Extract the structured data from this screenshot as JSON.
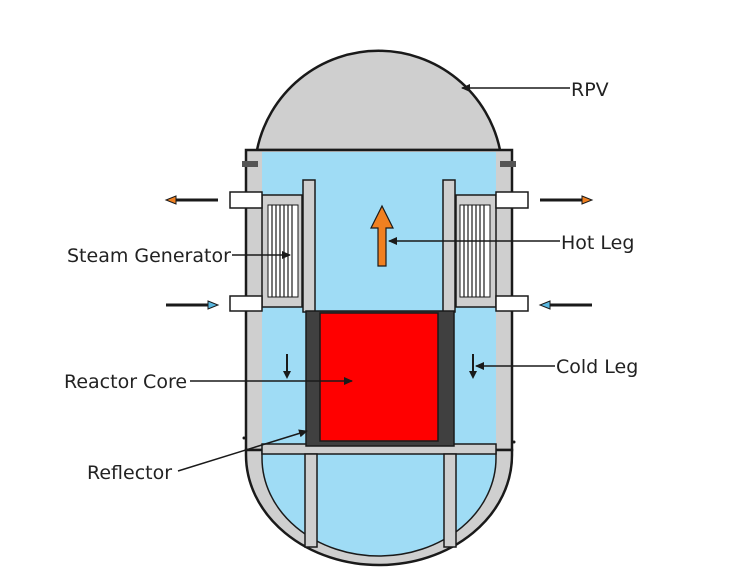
{
  "labels": {
    "rpv": "RPV",
    "steam_generator": "Steam Generator",
    "hot_leg": "Hot Leg",
    "reactor_core": "Reactor Core",
    "cold_leg": "Cold Leg",
    "reflector": "Reflector"
  },
  "colors": {
    "coolant": "#9fdcf5",
    "wall": "#cfcfcf",
    "core": "#ff0000",
    "reflector": "#404040",
    "hot_flow_arrow": "#f08020",
    "outline": "#1a1a1a"
  }
}
